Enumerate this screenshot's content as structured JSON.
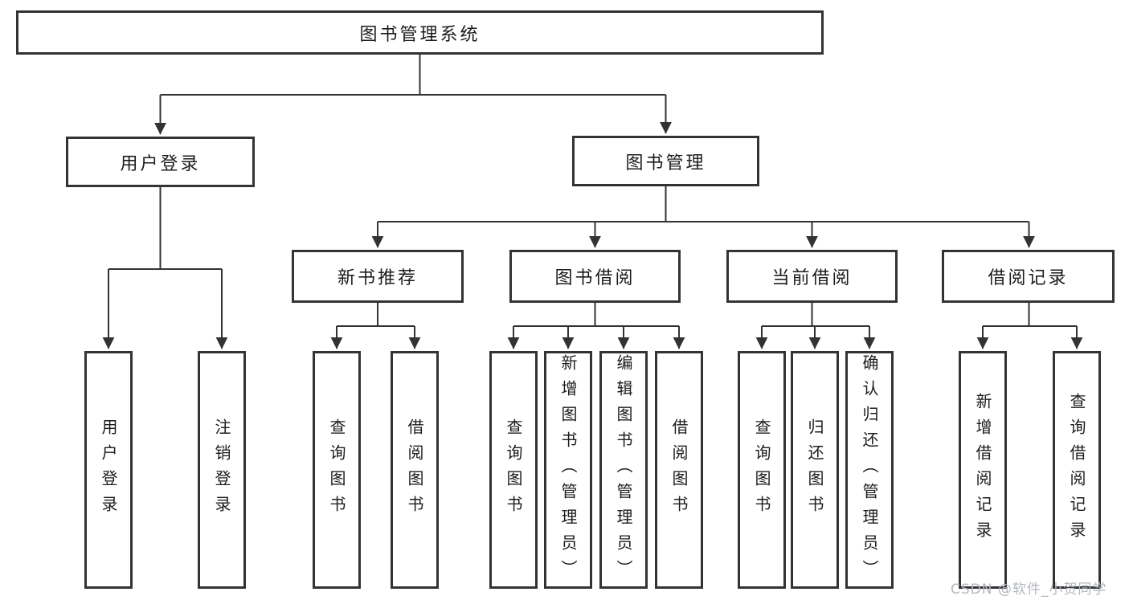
{
  "diagram": {
    "root": {
      "label": "图书管理系统"
    },
    "level2": [
      {
        "label": "用户登录"
      },
      {
        "label": "图书管理"
      }
    ],
    "level3": [
      {
        "label": "新书推荐"
      },
      {
        "label": "图书借阅"
      },
      {
        "label": "当前借阅"
      },
      {
        "label": "借阅记录"
      }
    ],
    "leaves": [
      {
        "label": "用户登录"
      },
      {
        "label": "注销登录"
      },
      {
        "label": "查询图书"
      },
      {
        "label": "借阅图书"
      },
      {
        "label": "查询图书"
      },
      {
        "label": "新增图书（管理员）"
      },
      {
        "label": "编辑图书（管理员）"
      },
      {
        "label": "借阅图书"
      },
      {
        "label": "查询图书"
      },
      {
        "label": "归还图书"
      },
      {
        "label": "确认归还（管理员）"
      },
      {
        "label": "新增借阅记录"
      },
      {
        "label": "查询借阅记录"
      }
    ]
  },
  "watermark": {
    "text": "CSDN @软件_小贺同学"
  },
  "colors": {
    "line": "#333333",
    "box_border": "#333333",
    "text": "#1c1c1c",
    "watermark": "#b3b7bd",
    "background": "#ffffff"
  }
}
